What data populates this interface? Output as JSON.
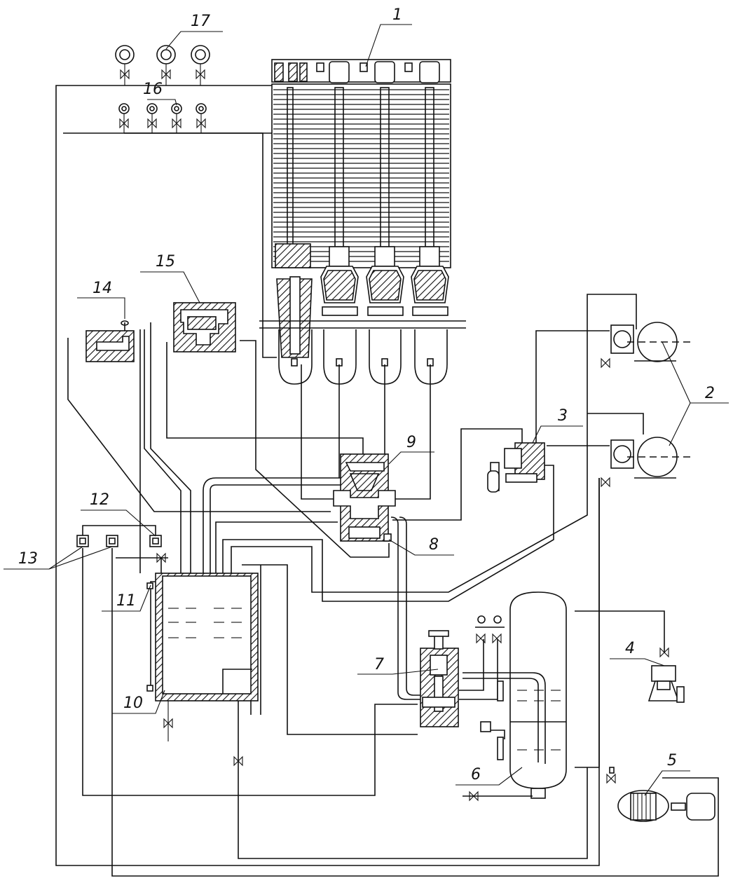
{
  "figure": {
    "labels": [
      {
        "id": "label-1",
        "text": "1"
      },
      {
        "id": "label-2",
        "text": "2"
      },
      {
        "id": "label-3",
        "text": "3"
      },
      {
        "id": "label-4",
        "text": "4"
      },
      {
        "id": "label-5",
        "text": "5"
      },
      {
        "id": "label-6",
        "text": "6"
      },
      {
        "id": "label-7",
        "text": "7"
      },
      {
        "id": "label-8",
        "text": "8"
      },
      {
        "id": "label-9",
        "text": "9"
      },
      {
        "id": "label-10",
        "text": "10"
      },
      {
        "id": "label-11",
        "text": "11"
      },
      {
        "id": "label-12",
        "text": "12"
      },
      {
        "id": "label-13",
        "text": "13"
      },
      {
        "id": "label-14",
        "text": "14"
      },
      {
        "id": "label-15",
        "text": "15"
      },
      {
        "id": "label-16",
        "text": "16"
      },
      {
        "id": "label-17",
        "text": "17"
      }
    ]
  }
}
